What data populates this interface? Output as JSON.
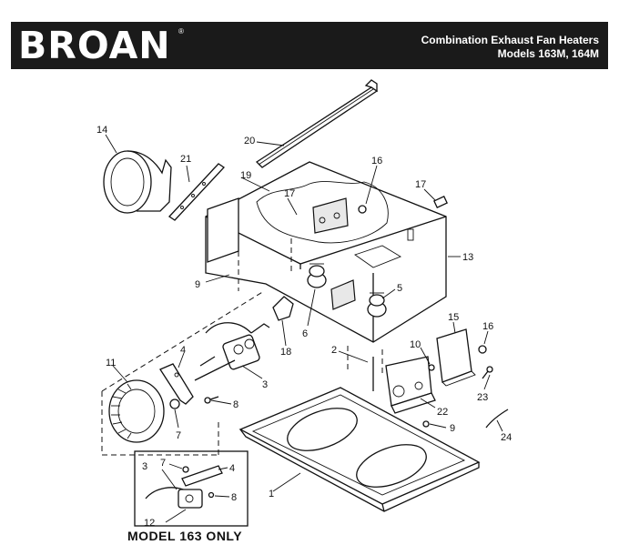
{
  "header": {
    "logo": "BROAN",
    "reg_mark": "®",
    "title_line1": "Combination Exhaust Fan Heaters",
    "title_line2": "Models 163M, 164M"
  },
  "parts": [
    {
      "id": "p1",
      "label": "1"
    },
    {
      "id": "p2",
      "label": "2"
    },
    {
      "id": "p3",
      "label": "3"
    },
    {
      "id": "p4",
      "label": "4"
    },
    {
      "id": "p5",
      "label": "5"
    },
    {
      "id": "p6",
      "label": "6"
    },
    {
      "id": "p7",
      "label": "7"
    },
    {
      "id": "p8",
      "label": "8"
    },
    {
      "id": "p9a",
      "label": "9"
    },
    {
      "id": "p9b",
      "label": "9"
    },
    {
      "id": "p10",
      "label": "10"
    },
    {
      "id": "p11",
      "label": "11"
    },
    {
      "id": "p13",
      "label": "13"
    },
    {
      "id": "p14",
      "label": "14"
    },
    {
      "id": "p15",
      "label": "15"
    },
    {
      "id": "p16a",
      "label": "16"
    },
    {
      "id": "p16b",
      "label": "16"
    },
    {
      "id": "p17a",
      "label": "17"
    },
    {
      "id": "p17b",
      "label": "17"
    },
    {
      "id": "p18",
      "label": "18"
    },
    {
      "id": "p19",
      "label": "19"
    },
    {
      "id": "p20",
      "label": "20"
    },
    {
      "id": "p21",
      "label": "21"
    },
    {
      "id": "p22",
      "label": "22"
    },
    {
      "id": "p23",
      "label": "23"
    },
    {
      "id": "p24",
      "label": "24"
    }
  ],
  "inset": {
    "labels": [
      "3",
      "7",
      "4",
      "8",
      "12"
    ],
    "note": "MODEL 163 ONLY"
  }
}
